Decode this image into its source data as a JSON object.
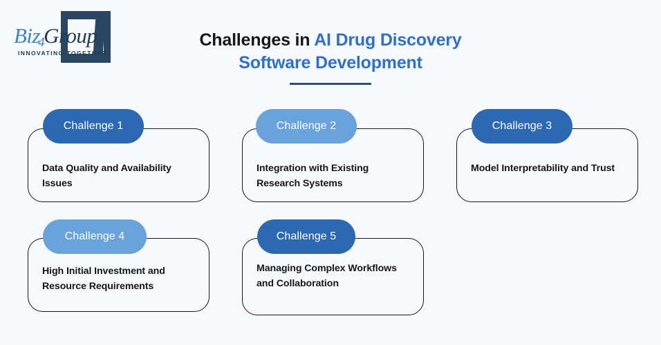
{
  "brand": {
    "name_part_1": "Biz",
    "name_part_2": "4",
    "name_part_3": "Group",
    "tagline": "INNOVATING TOGETHER"
  },
  "header": {
    "title_line_1_dark": "Challenges in ",
    "title_line_1_blue": "AI Drug Discovery",
    "title_line_2_blue": "Software Development"
  },
  "colors": {
    "background": "#f7f8fa",
    "title_dark": "#16181c",
    "title_blue": "#2f6fc4",
    "divider": "#2b5175",
    "pill_dark_blue": "#2d68b2",
    "pill_light_blue": "#6aa3dc",
    "card_border": "#15161a",
    "logo_navy": "#1f3b57",
    "logo_blue": "#3d82c4"
  },
  "cards": [
    {
      "pill_label": "Challenge 1",
      "pill_style": "dark",
      "body": "Data Quality and Availability Issues"
    },
    {
      "pill_label": "Challenge 2",
      "pill_style": "light",
      "body": "Integration with Existing Research Systems"
    },
    {
      "pill_label": "Challenge 3",
      "pill_style": "dark",
      "body": "Model Interpretability and Trust"
    },
    {
      "pill_label": "Challenge 4",
      "pill_style": "light",
      "body": "High Initial Investment and Resource Requirements"
    },
    {
      "pill_label": "Challenge 5",
      "pill_style": "dark",
      "body": "Managing Complex Workflows and Collaboration"
    }
  ]
}
